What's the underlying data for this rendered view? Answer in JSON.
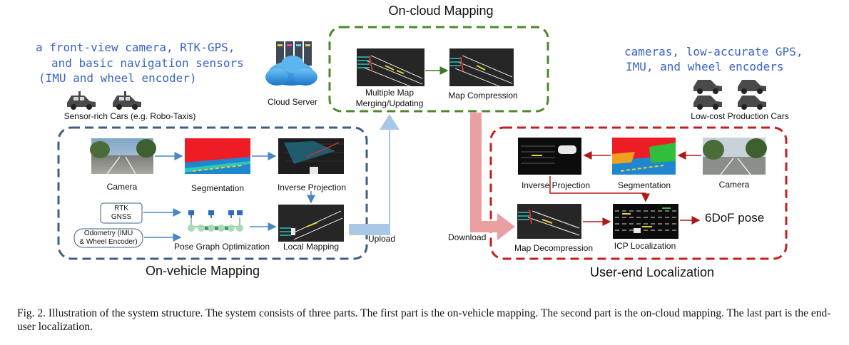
{
  "on_cloud": {
    "title": "On-cloud Mapping",
    "merge_label_1": "Multiple Map",
    "merge_label_2": "Merging/Updating",
    "compression_label": "Map Compression"
  },
  "cloud_server_label": "Cloud Server",
  "sensor_rich": {
    "sensors_line_1": "a front-view camera, RTK-GPS,",
    "sensors_line_2": "and basic navigation sensors",
    "sensors_line_3": "(IMU and wheel encoder)",
    "cars_label": "Sensor-rich Cars (e.g. Robo-Taxis)"
  },
  "low_cost": {
    "sensors_line_1": "cameras, low-accurate GPS,",
    "sensors_line_2": "IMU, and wheel encoders",
    "cars_label": "Low-cost Production Cars"
  },
  "on_vehicle": {
    "title": "On-vehicle Mapping",
    "camera": "Camera",
    "segmentation": "Segmentation",
    "inverse_projection": "Inverse Projection",
    "rtk_1": "RTK",
    "rtk_2": "GNSS",
    "odometry_1": "Odometry (IMU",
    "odometry_2": "& Wheel Encoder)",
    "pose_graph": "Pose Graph Optimization",
    "local_mapping": "Local Mapping"
  },
  "upload_label": "Upload",
  "download_label": "Download",
  "user_end": {
    "title": "User-end Localization",
    "inverse_projection": "Inverse Projection",
    "segmentation": "Segmentation",
    "camera": "Camera",
    "map_decompression": "Map Decompression",
    "icp": "ICP Localization",
    "pose": "6DoF pose"
  },
  "caption": "Fig. 2.   Illustration of the system structure. The system consists of three parts. The first part is the on-vehicle mapping. The second part is the on-cloud mapping. The last part is the end-user localization.",
  "colors": {
    "on_cloud_border": "#4a8a2c",
    "on_vehicle_border": "#3d5f86",
    "user_end_border": "#c41f1f",
    "upload_arrow": "#a8c8e6",
    "download_arrow": "#eaa0a0",
    "sensor_text": "#3a63c6"
  }
}
